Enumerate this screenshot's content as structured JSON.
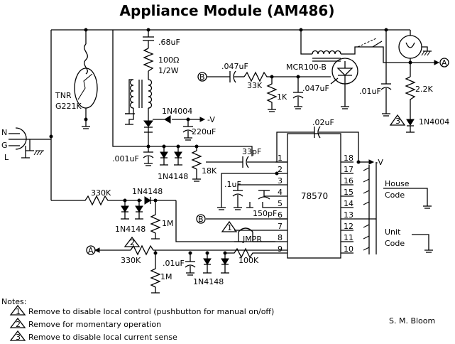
{
  "title": "Appliance Module (AM486)",
  "author": "S. M. Bloom",
  "ic": {
    "part": "78570",
    "left_pins": [
      "1",
      "2",
      "3",
      "4",
      "5",
      "6",
      "7",
      "8",
      "9"
    ],
    "right_pins": [
      "18",
      "17",
      "16",
      "15",
      "14",
      "13",
      "12",
      "11",
      "10"
    ]
  },
  "groups": {
    "house_code_1": "House",
    "house_code_2": "Code",
    "unit_code_1": "Unit",
    "unit_code_2": "Code"
  },
  "components": {
    "c_068": ".68uF",
    "r_100": "100Ω",
    "r_100_w": "1/2W",
    "c_047a": ".047uF",
    "r_33k": "33K",
    "r_1k": "1K",
    "c_047b": ".047uF",
    "triac": "MCR100-B",
    "c_01a": ".01uF",
    "r_22k": "2.2K",
    "d_1n4004a": "1N4004",
    "d_1n4004b": "1N4004",
    "c_220": "220uF",
    "neg_v1": "-V",
    "neg_v2": "-V",
    "tnr_1": "TNR",
    "tnr_2": "G221K",
    "c_02": ".02uF",
    "c_33p": "33pF",
    "c_001": ".001uF",
    "d_1n4148a": "1N4148",
    "r_18k": "18K",
    "c_1uf": ".1uF",
    "c_150p": "150pF",
    "r_330k_a": "330K",
    "d_1n4148b": "1N4148",
    "d_1n4148c": "1N4148",
    "r_1m_a": "1M",
    "jmpr": "JMPR",
    "r_330k_b": "330K",
    "c_01b": ".01uF",
    "r_100k": "100K",
    "r_1m_b": "1M",
    "d_1n4148d": "1N4148"
  },
  "connectors": {
    "n": "N",
    "g": "G",
    "l": "L"
  },
  "refs": {
    "a": "A",
    "b": "B",
    "one": "1",
    "two": "2",
    "three": "3"
  },
  "notes": {
    "heading": "Notes:",
    "items": [
      {
        "num": "1",
        "text": "Remove to disable local control (pushbutton for manual on/off)"
      },
      {
        "num": "2",
        "text": "Remove for momentary operation"
      },
      {
        "num": "3",
        "text": "Remove to disable local current sense"
      }
    ]
  }
}
